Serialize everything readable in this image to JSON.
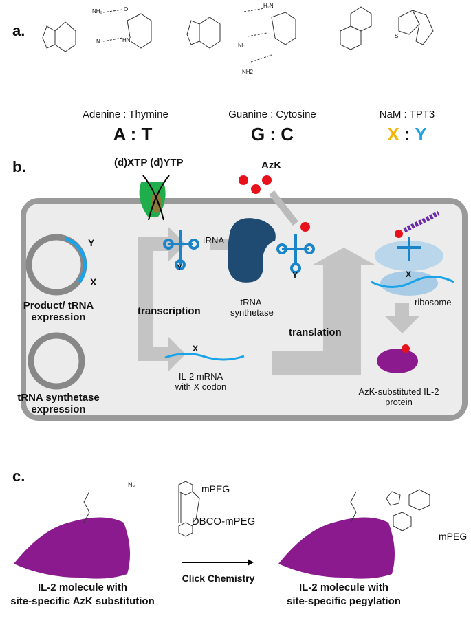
{
  "panel_a": {
    "label": "a.",
    "pairs": [
      {
        "name": "Adenine : Thymine",
        "short": "A : T"
      },
      {
        "name": "Guanine : Cytosine",
        "short": "G : C"
      },
      {
        "name": "NaM : TPT3",
        "short_x": "X",
        "short_sep": ":",
        "short_y": "Y"
      }
    ],
    "atoms": {
      "nh2": "NH₂",
      "n": "N",
      "o": "O",
      "hn": "HN",
      "nh": "NH",
      "nh2b": "NH2",
      "h2n": "H₂N",
      "s": "S"
    }
  },
  "panel_b": {
    "label": "b.",
    "transporter": "(d)XTP (d)YTP",
    "azk": "AzK",
    "plasmid1": {
      "label": "Product/ tRNA expression",
      "y": "Y",
      "x": "X"
    },
    "plasmid2": {
      "label": "tRNA synthetase expression"
    },
    "trna": "tRNA",
    "trna_y": "Y",
    "synthetase": "tRNA synthetase",
    "transcription": "transcription",
    "translation": "translation",
    "ribosome": "ribosome",
    "ribosome_x": "X",
    "ribosome_y": "Y",
    "mrna": "IL-2 mRNA with X codon",
    "mrna_x": "X",
    "protein": "AzK-substituted IL-2 protein"
  },
  "panel_c": {
    "label": "c.",
    "reagent": "DBCO-mPEG",
    "reagent_group": "mPEG",
    "reaction": "Click Chemistry",
    "left_caption_1": "IL-2 molecule with",
    "left_caption_2": "site-specific AzK substitution",
    "right_caption_1": "IL-2 molecule with",
    "right_caption_2": "site-specific pegylation",
    "azide": "N₃",
    "product_group": "mPEG"
  },
  "colors": {
    "x": "#f5b400",
    "y": "#1aa3e8",
    "protein": "#8b1a8f",
    "synthetase": "#1f4b73",
    "azk": "#e8101a"
  }
}
